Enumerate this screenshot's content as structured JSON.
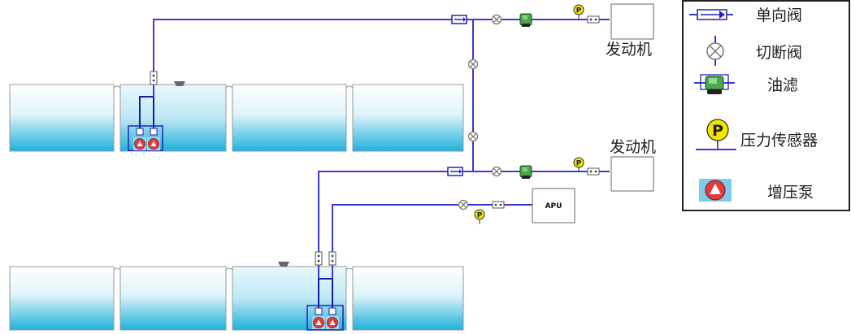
{
  "diagram": {
    "engine_top_label": "发动机",
    "engine_bottom_label": "发动机",
    "apu_label": "APU",
    "sensor_letter": "P"
  },
  "legend": {
    "items": [
      {
        "label": "单向阀",
        "icon": "check-valve-icon"
      },
      {
        "label": "切断阀",
        "icon": "shutoff-valve-icon"
      },
      {
        "label": "油滤",
        "icon": "oil-filter-icon"
      },
      {
        "label": "压力传感器",
        "icon": "pressure-sensor-icon"
      },
      {
        "label": "增压泵",
        "icon": "boost-pump-icon"
      }
    ]
  },
  "colors": {
    "pipe": "#3a3ad8",
    "fuel_top": "#e6f7fb",
    "fuel_bottom": "#2bb8e0",
    "valve_green": "#4aa84a",
    "sensor_yellow": "#f2e600",
    "pump_red": "#e33b3b"
  }
}
